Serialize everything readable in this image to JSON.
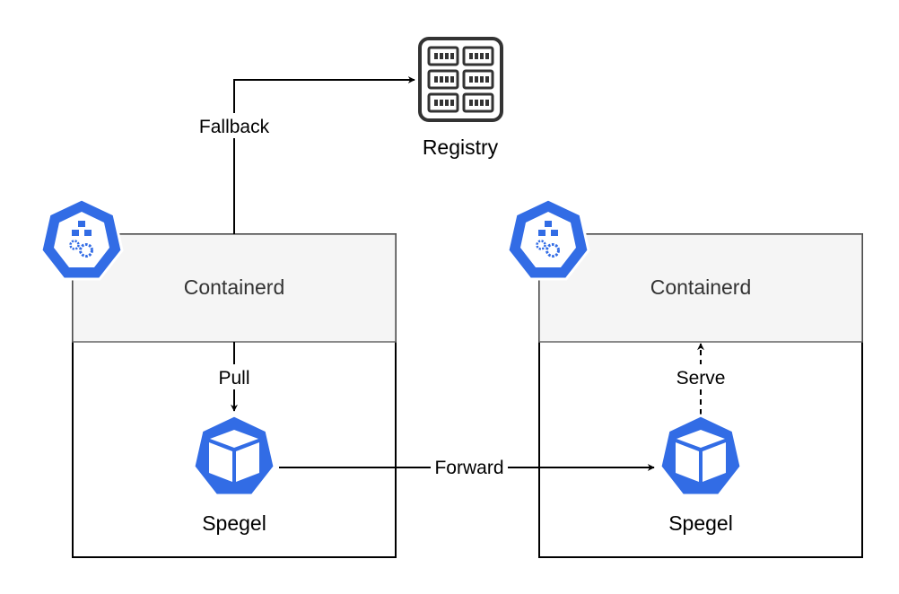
{
  "registry": {
    "label": "Registry",
    "icon": "server-rack-icon"
  },
  "nodes": [
    {
      "id": "left",
      "runtime_label": "Containerd",
      "agent_label": "Spegel",
      "badge_icon": "kubernetes-node-icon",
      "agent_icon": "kubernetes-pod-icon"
    },
    {
      "id": "right",
      "runtime_label": "Containerd",
      "agent_label": "Spegel",
      "badge_icon": "kubernetes-node-icon",
      "agent_icon": "kubernetes-pod-icon"
    }
  ],
  "edges": {
    "fallback": "Fallback",
    "pull": "Pull",
    "forward": "Forward",
    "serve": "Serve"
  },
  "colors": {
    "k8s_blue": "#326CE5",
    "runtime_fill": "#F5F5F5",
    "runtime_stroke": "#666666",
    "text_grey": "#333333",
    "line": "#000000"
  }
}
